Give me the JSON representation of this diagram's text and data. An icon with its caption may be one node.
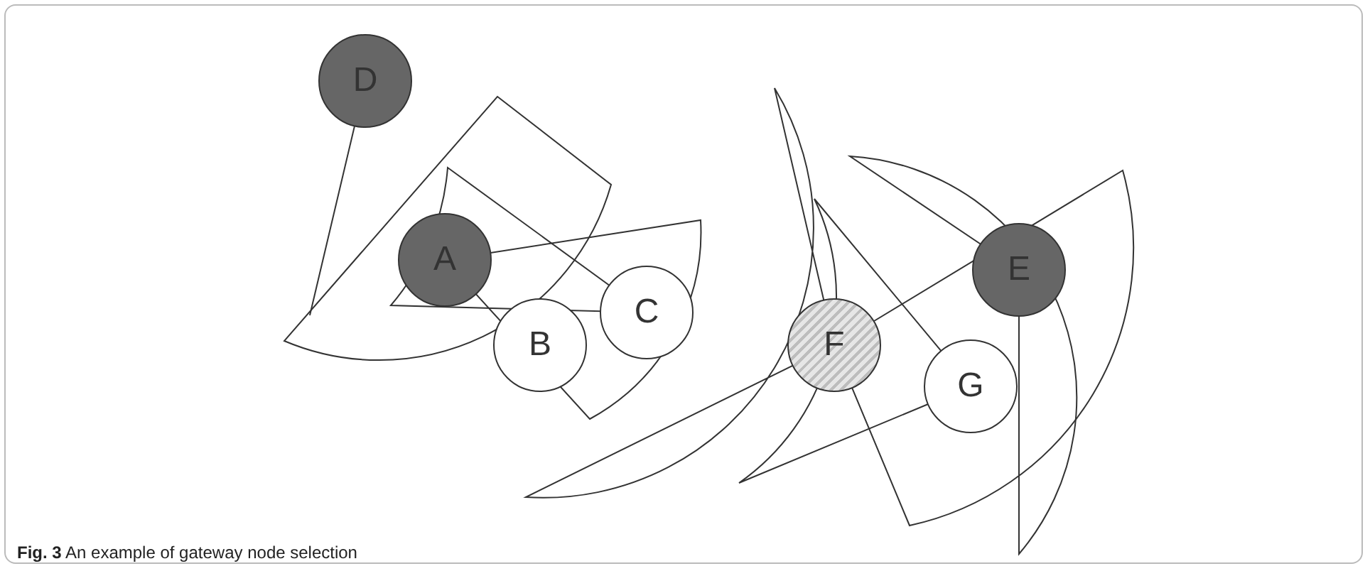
{
  "diagram": {
    "caption": "**Fig. 3** An example of gateway node selection",
    "nodes": [
      {
        "text": [
          "D"
        ]
      },
      {
        "text": [
          "A"
        ]
      },
      {
        "text": [
          "B"
        ]
      },
      {
        "text": [
          "C"
        ]
      },
      {
        "text": [
          "F"
        ]
      },
      {
        "text": [
          "E"
        ]
      },
      {
        "text": [
          "G"
        ]
      }
    ],
    "edges": []
  }
}
